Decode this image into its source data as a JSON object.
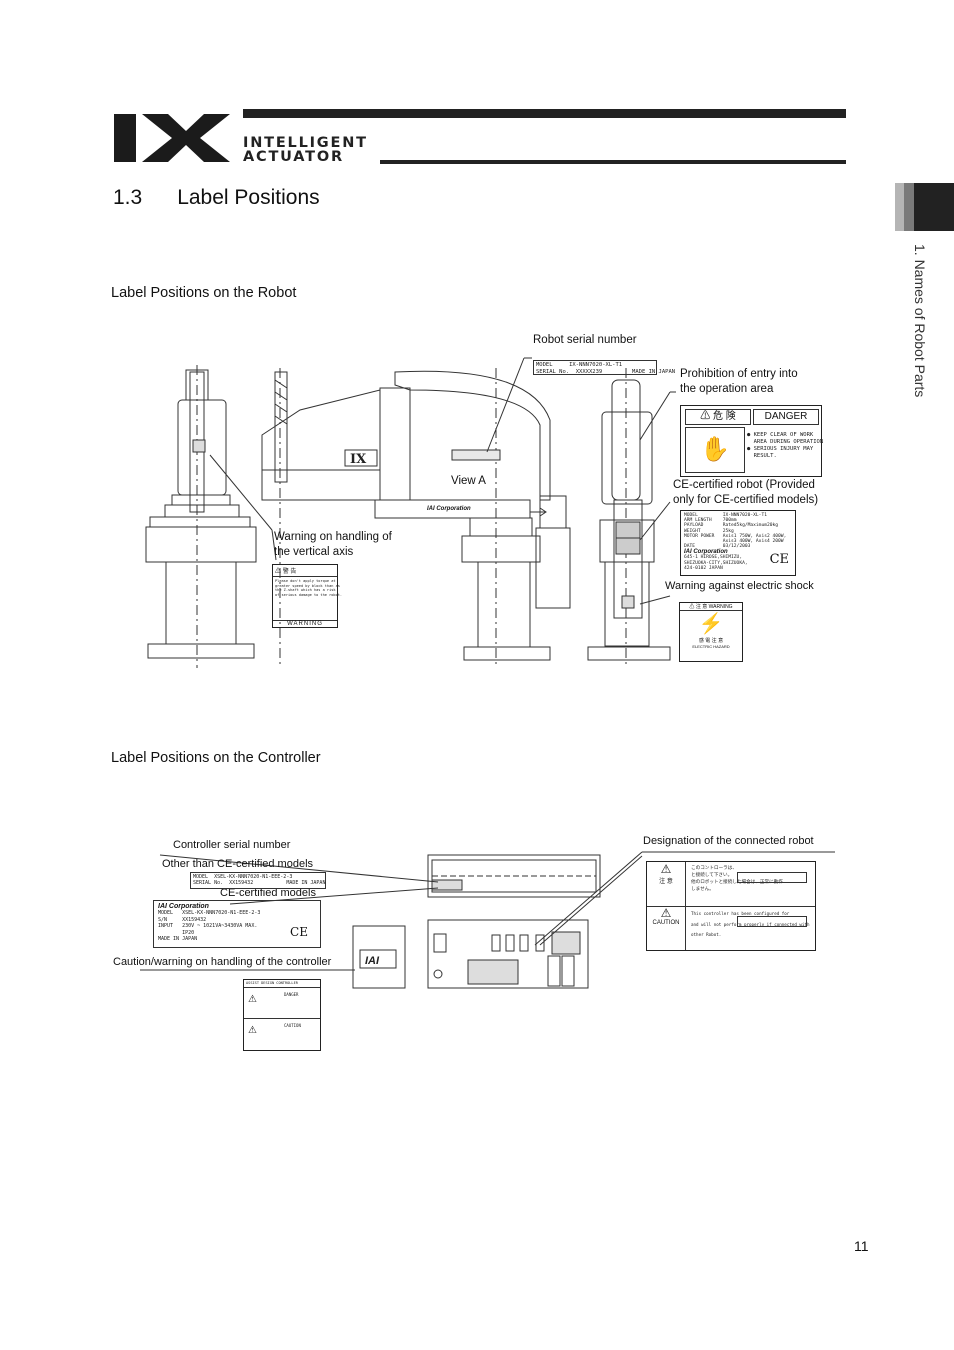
{
  "header": {
    "logo": "IX",
    "brand_line1": "INTELLIGENT",
    "brand_line2": "ACTUATOR"
  },
  "title": "1.3      Label Positions",
  "side_tab": "1. Names of Robot Parts",
  "robot_section": {
    "heading": "Label Positions on the Robot",
    "callouts": {
      "serial": "Robot serial number",
      "prohibition_1": "Prohibition of entry into",
      "prohibition_2": "the operation area",
      "view_a": "View A",
      "ce_1": "CE-certified robot (Provided",
      "ce_2": "only for CE-certified models)",
      "vertical_1": "Warning on handling of",
      "vertical_2": "the vertical axis",
      "shock": "Warning against electric shock"
    },
    "serial_label": {
      "model": "MODEL     IX-NNN7020-XL-T1",
      "serial": "SERIAL No.  XXXXX239         MADE IN JAPAN"
    },
    "danger_label": {
      "jp_title": "危 険",
      "en_title": "DANGER",
      "line1": "● KEEP CLEAR OF WORK",
      "line2": "  AREA DURING OPERATION",
      "line3": "● SERIOUS INJURY MAY",
      "line4": "  RESULT."
    },
    "ce_label": {
      "l1": "MODEL         IX-NNN7020-XL-T1",
      "l2": "ARM LENGTH    700mm",
      "l3": "PAYLOAD       Rated5kg/Maximum20kg",
      "l4": "WEIGHT        25kg",
      "l5": "MOTOR POWER   Axis1 750W, Axis2 400W,",
      "l6": "              Axis3 400W, Axis4 200W",
      "l7": "DATE          03/12/2003",
      "company": "IAI Corporation",
      "a1": "645-1 HIROSE,SHIMIZU,",
      "a2": "SHIZUOKA-CITY,SHIZUOKA,",
      "a3": "424-0102 JAPAN",
      "mark": "CE"
    },
    "warning_label": {
      "jp_title": "警 告",
      "en_title": "WARNING",
      "l1": "Please don't apply torque at",
      "l2": "greater speed by block than as",
      "l3": "the Z-shaft which has a risk",
      "l4": "of serious damage to the robot."
    },
    "shock_label": {
      "jp_title": "注 意",
      "en_title": "WARNING",
      "jp_bottom": "感 電 注 意",
      "en_bottom": "ELECTRIC HAZARD"
    },
    "robot_arm_text": "IAI Corporation"
  },
  "controller_section": {
    "heading": "Label Positions on the Controller",
    "callouts": {
      "serial": "Controller serial number",
      "other": "Other than CE-certified models",
      "ce": "CE-certified models",
      "caution": "Caution/warning on handling of the controller",
      "designation": "Designation of the connected robot"
    },
    "serial_label": {
      "model": "MODEL  XSEL-KX-NNN7020-N1-EEE-2-3",
      "serial": "SERIAL No.  XX159432           MADE IN JAPAN"
    },
    "ce_label": {
      "company": "IAI Corporation",
      "l1": "MODEL   XSEL-KX-NNN7020-N1-EEE-2-3",
      "l2": "S/N     XX159432",
      "l3": "INPUT   230V ~ 1021VA~3430VA MAX.",
      "l4": "        IP20",
      "l5": "MADE IN JAPAN",
      "mark": "CE"
    },
    "designation_label": {
      "r1a": "このコントローラは、",
      "r1b": "と接続して下さい。",
      "r1c": "他のロボットと接続した場合は、正常に動作",
      "r1d": "しません。",
      "jp1": "注 意",
      "r2a": "This controller has been configured for",
      "r2b": "and will not perform properly if connected with",
      "r2c": "other Robot.",
      "caution": "CAUTION"
    },
    "caution_label": {
      "title": "ASSIST DESIGN CONTROLLER",
      "danger": "DANGER",
      "caution": "CAUTION"
    },
    "ctrl_text": "IAI"
  },
  "page_number": "11"
}
